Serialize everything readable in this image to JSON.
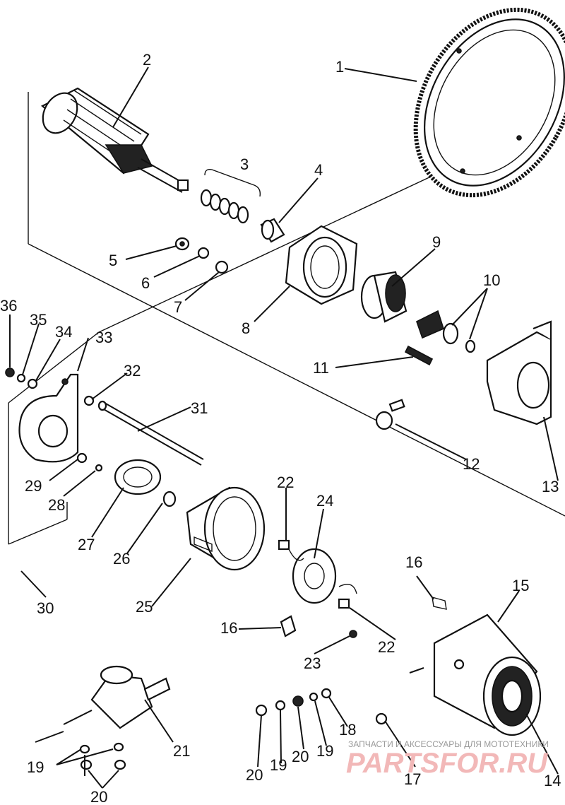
{
  "callouts": [
    {
      "num": "1"
    },
    {
      "num": "2"
    },
    {
      "num": "3"
    },
    {
      "num": "4"
    },
    {
      "num": "5"
    },
    {
      "num": "6"
    },
    {
      "num": "7"
    },
    {
      "num": "8"
    },
    {
      "num": "9"
    },
    {
      "num": "10"
    },
    {
      "num": "11"
    },
    {
      "num": "12"
    },
    {
      "num": "13"
    },
    {
      "num": "14"
    },
    {
      "num": "15"
    },
    {
      "num": "16"
    },
    {
      "num": "16"
    },
    {
      "num": "17"
    },
    {
      "num": "18"
    },
    {
      "num": "19"
    },
    {
      "num": "19"
    },
    {
      "num": "19"
    },
    {
      "num": "20"
    },
    {
      "num": "20"
    },
    {
      "num": "20"
    },
    {
      "num": "21"
    },
    {
      "num": "22"
    },
    {
      "num": "22"
    },
    {
      "num": "23"
    },
    {
      "num": "24"
    },
    {
      "num": "25"
    },
    {
      "num": "26"
    },
    {
      "num": "27"
    },
    {
      "num": "28"
    },
    {
      "num": "29"
    },
    {
      "num": "30"
    },
    {
      "num": "31"
    },
    {
      "num": "32"
    },
    {
      "num": "33"
    },
    {
      "num": "34"
    },
    {
      "num": "35"
    },
    {
      "num": "36"
    }
  ],
  "watermark": {
    "caption": "ЗАПЧАСТИ И АКСЕССУАРЫ ДЛЯ МОТОТЕХНИКИ",
    "logo": "PARTSFOR.RU"
  }
}
